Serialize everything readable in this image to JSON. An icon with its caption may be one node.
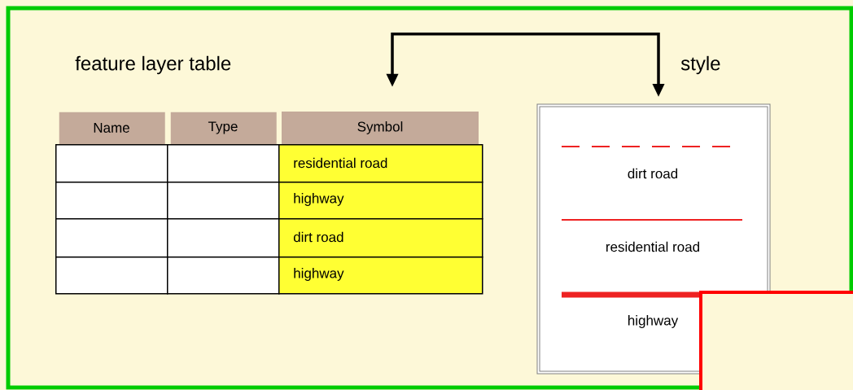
{
  "diagram": {
    "nodes": [
      {
        "text": [
          "Symbol"
        ]
      },
      {
        "text": [
          "style",
          "dirt road",
          "residential road",
          "highway"
        ]
      }
    ],
    "edges": [
      {
        "from": 0,
        "to": 1,
        "arrow": "both"
      }
    ],
    "labels": [
      "feature layer table",
      "Name",
      "Type",
      "residential road",
      "highway",
      "dirt road",
      "highway"
    ]
  }
}
